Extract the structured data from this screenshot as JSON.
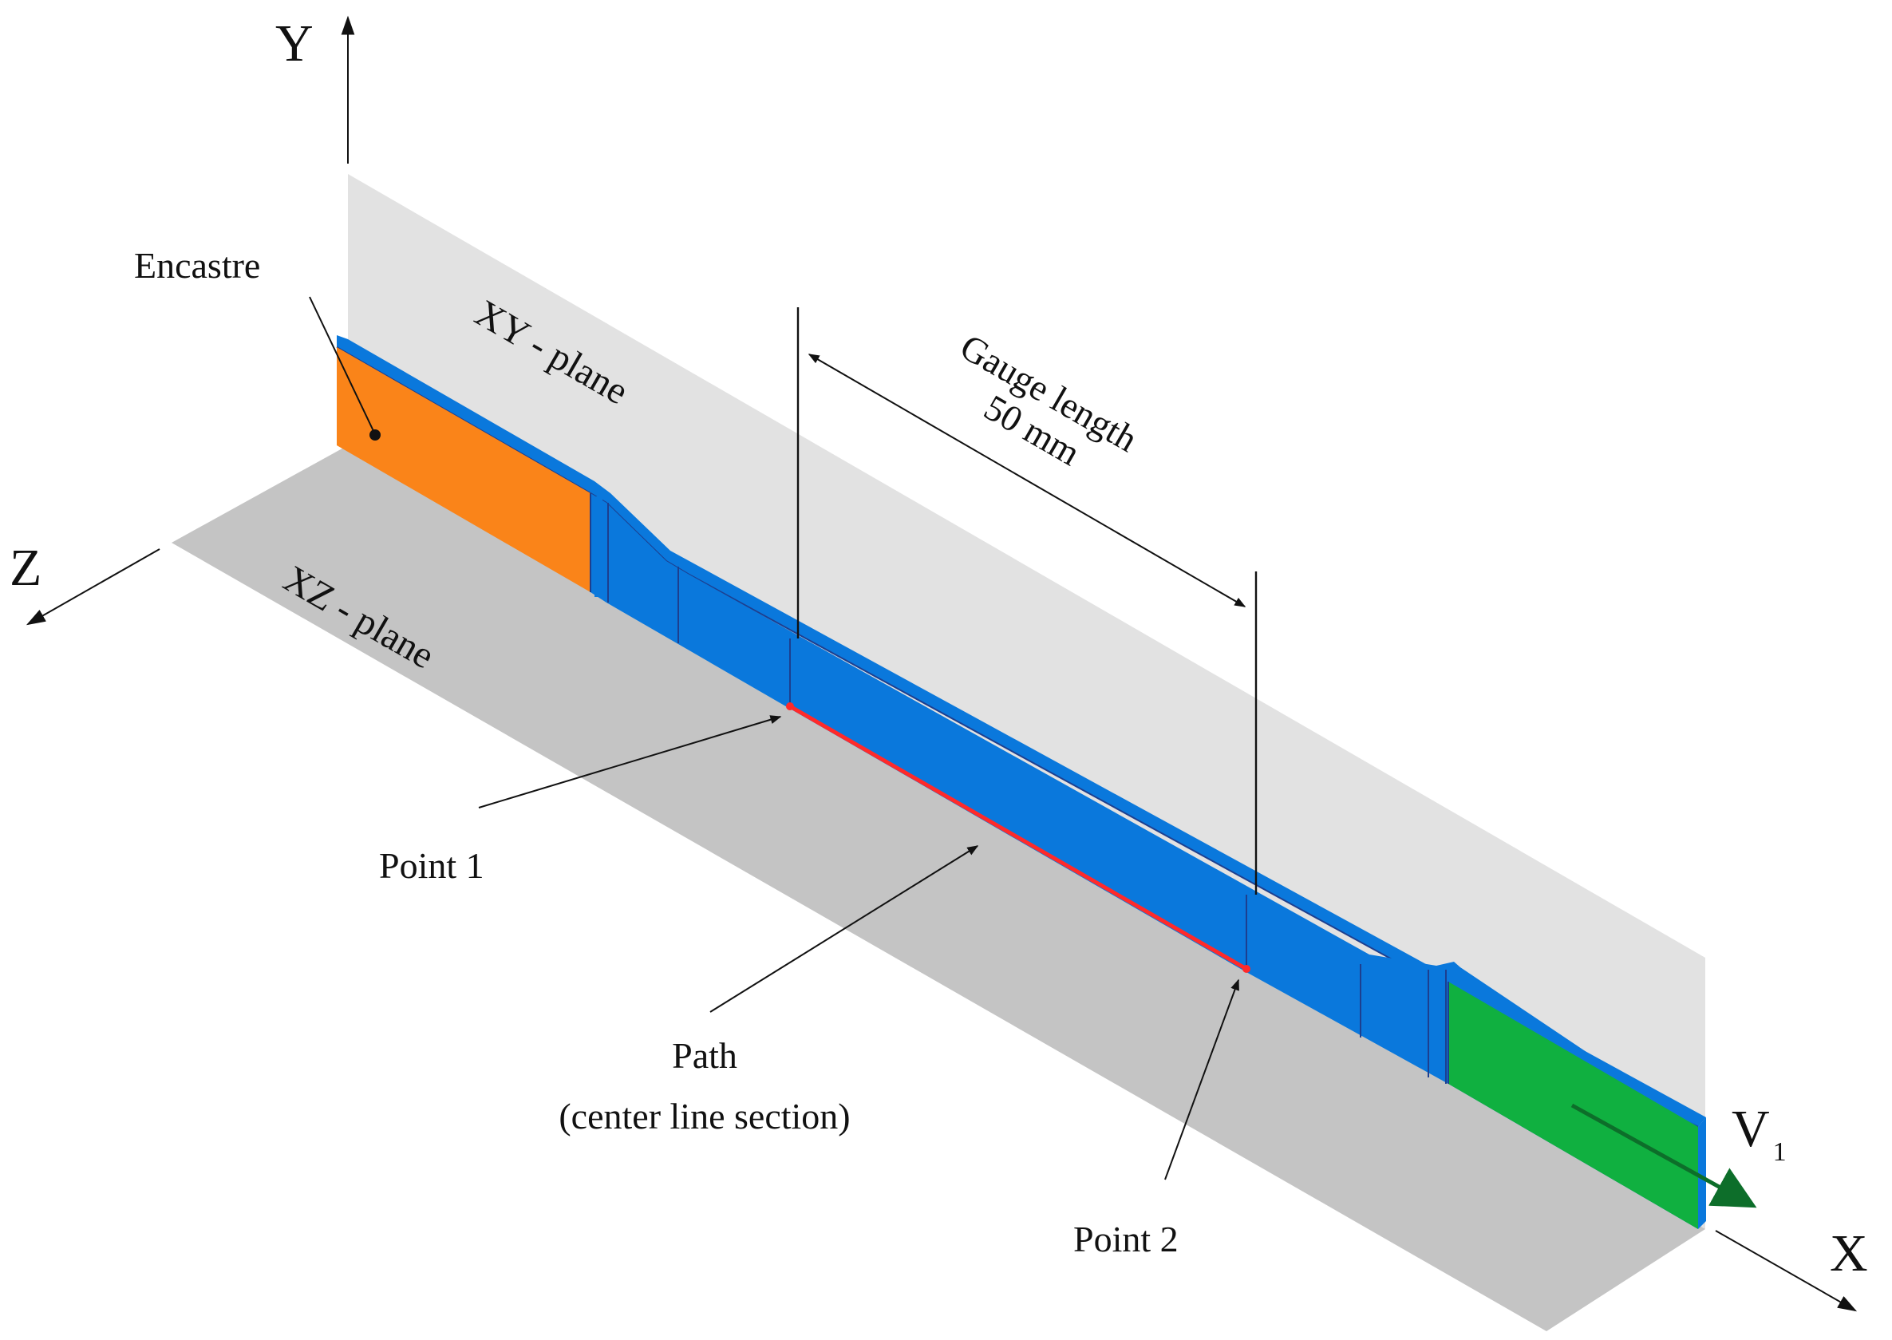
{
  "axes": {
    "y": "Y",
    "z": "Z",
    "x": "X"
  },
  "planes": {
    "xy": "XY - plane",
    "xz": "XZ - plane"
  },
  "labels": {
    "encastre": "Encastre",
    "gauge_line1": "Gauge length",
    "gauge_line2": "50 mm",
    "point1": "Point 1",
    "point2": "Point 2",
    "path_line1": "Path",
    "path_line2": "(center line section)",
    "velocity": "V",
    "velocity_sub": "1"
  },
  "colors": {
    "xy_plane": "#e2e2e2",
    "xz_plane": "#c4c4c4",
    "specimen": "#0a78dc",
    "specimen_edge": "#1d3f8f",
    "encastre_face": "#fa8419",
    "load_face": "#10b040",
    "path_line": "#ff2a2a",
    "velocity_arrow": "#0d6e2a"
  }
}
